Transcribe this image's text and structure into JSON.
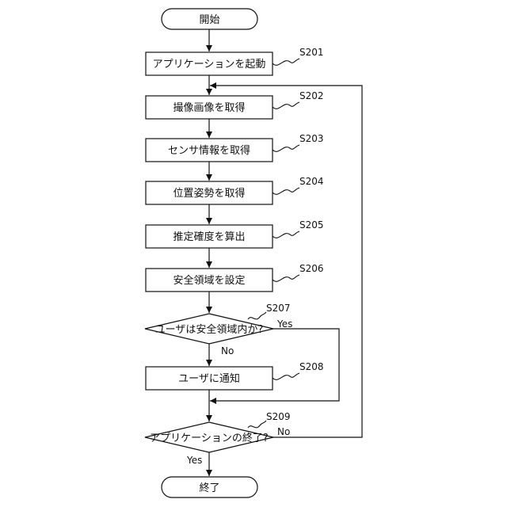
{
  "terminals": {
    "start": "開始",
    "end": "終了"
  },
  "steps": [
    {
      "id": "S201",
      "label": "アプリケーションを起動"
    },
    {
      "id": "S202",
      "label": "撮像画像を取得"
    },
    {
      "id": "S203",
      "label": "センサ情報を取得"
    },
    {
      "id": "S204",
      "label": "位置姿勢を取得"
    },
    {
      "id": "S205",
      "label": "推定確度を算出"
    },
    {
      "id": "S206",
      "label": "安全領域を設定"
    },
    {
      "id": "S208",
      "label": "ユーザに通知"
    }
  ],
  "decisions": [
    {
      "id": "S207",
      "label": "ユーザは安全領域内か?",
      "yes": "Yes",
      "no": "No"
    },
    {
      "id": "S209",
      "label": "アプリケーションの終了?",
      "yes": "Yes",
      "no": "No"
    }
  ]
}
